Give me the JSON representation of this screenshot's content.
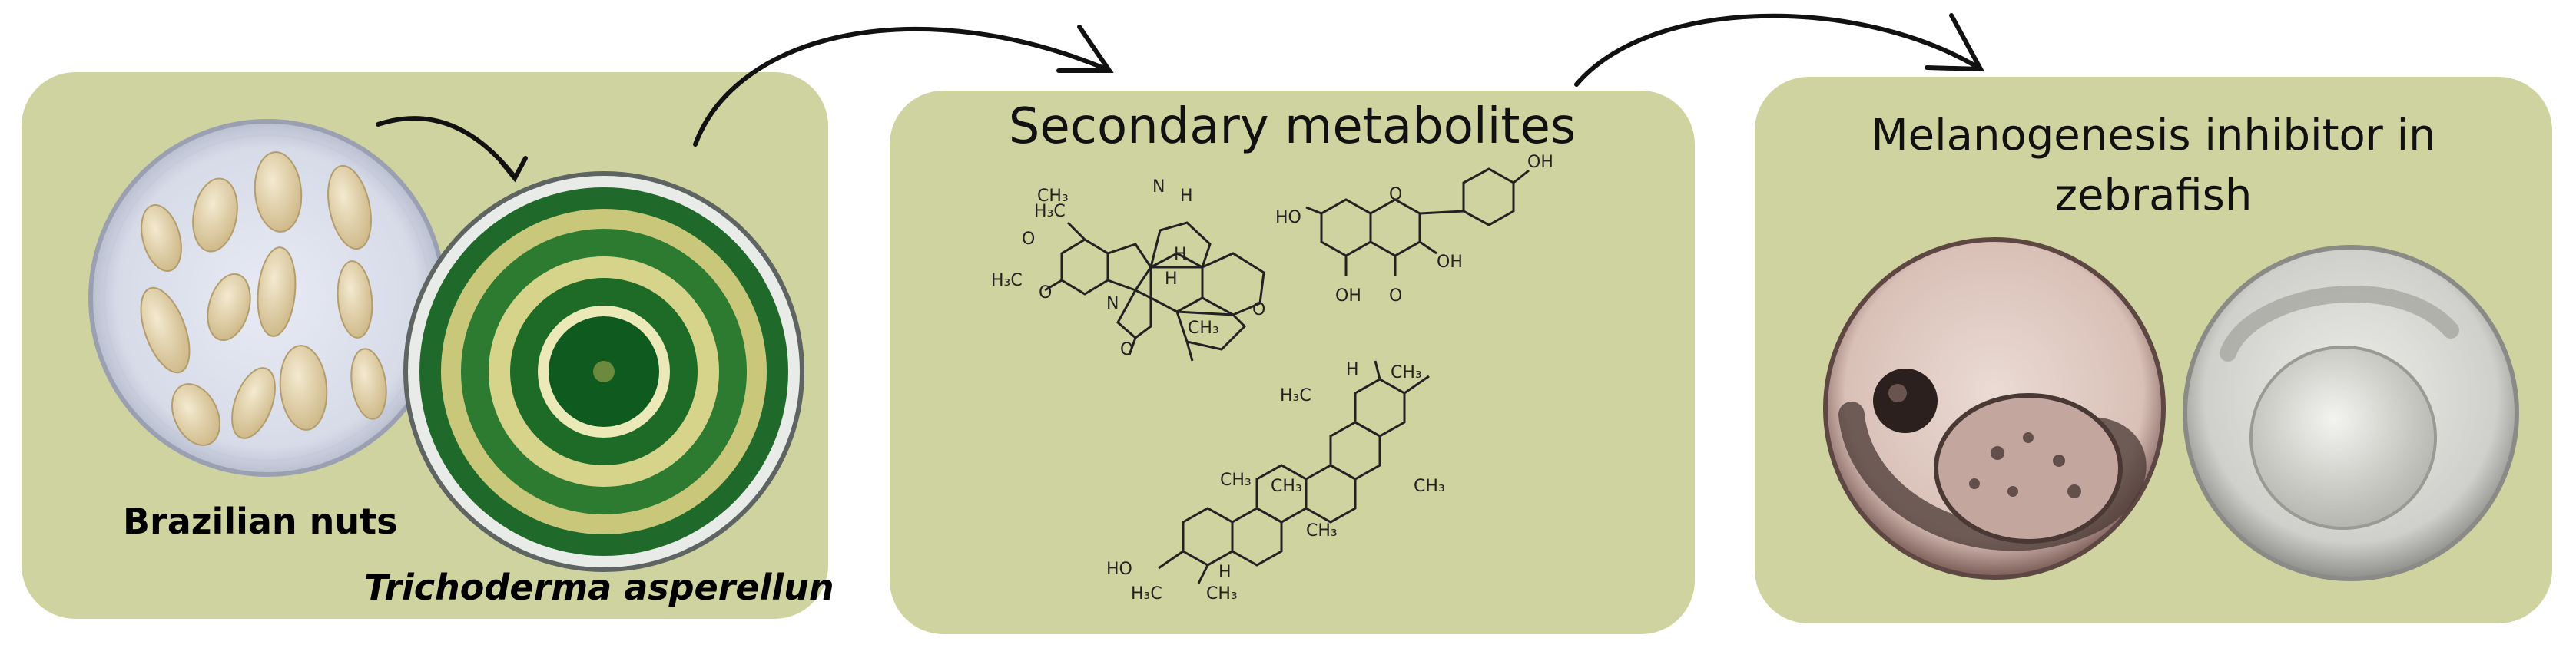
{
  "panel_1": {
    "label_nuts": "Brazilian nuts",
    "label_fungus": "Trichoderma asperellun"
  },
  "panel_2": {
    "title": "Secondary metabolites",
    "atoms": {
      "h3co_a": "H₃C",
      "och3": "O",
      "ch3_top": "CH₃",
      "h3co_b": "H₃C",
      "o_b": "O",
      "n1": "N",
      "n2": "N",
      "h1": "H",
      "h2": "H",
      "h3": "H",
      "o_ring": "O",
      "o_keto": "O",
      "ch3_mid": "CH₃",
      "oh_top": "OH",
      "ho_left": "HO",
      "oh_right": "OH",
      "oh_bottom": "OH",
      "o_flav": "O",
      "o_flav_keto": "O",
      "h3c_tri_1": "H₃C",
      "h_tri_1": "H",
      "ch3_tri_1": "CH₃",
      "ch3_tri_2": "CH₃",
      "ch3_tri_3": "CH₃",
      "ch3_tri_4": "CH₃",
      "ch3_tri_5": "CH₃",
      "ho_tri": "HO",
      "h_tri_2": "H",
      "h3c_tri_2": "H₃C",
      "ch3_tri_6": "CH₃"
    }
  },
  "panel_3": {
    "title_line1": "Melanogenesis inhibitor in",
    "title_line2": "zebrafish"
  },
  "colors": {
    "panel_bg": "#cfd3a0",
    "fungus_green": "#1f6a2a",
    "fungus_yellow": "#c9c77a",
    "arrow": "#111111"
  }
}
